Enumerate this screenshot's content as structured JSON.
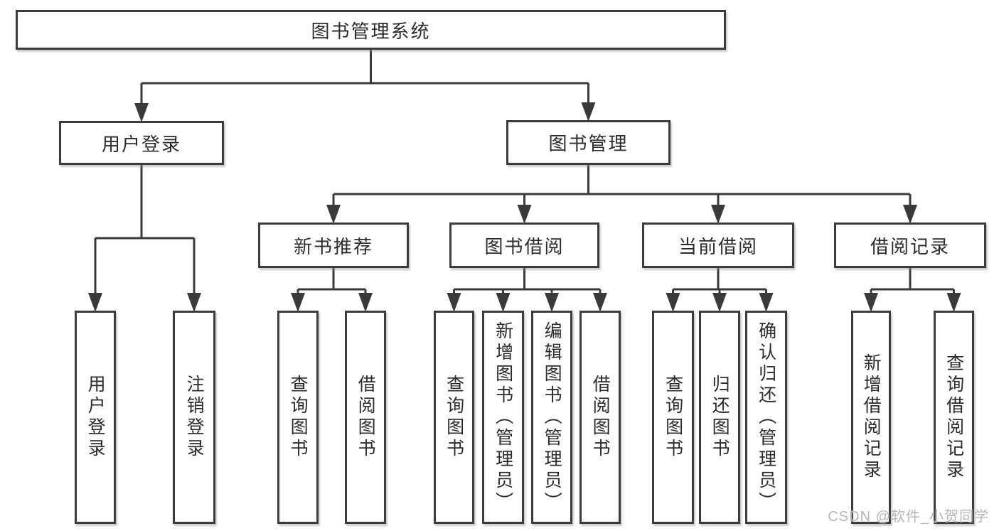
{
  "diagram": {
    "title": "图书管理系统",
    "watermark": "CSDN @软件_小贺同学",
    "colors": {
      "line": "#3a3a3a",
      "border": "#3c3c3c",
      "text": "#2b2b2b",
      "box_bg": "#ffffff",
      "watermark": "#b5b6b8"
    },
    "nodes": [
      {
        "id": "root",
        "label": "图书管理系统",
        "dir": "h"
      },
      {
        "id": "user-login",
        "label": "用户登录",
        "dir": "h"
      },
      {
        "id": "book-mgmt",
        "label": "图书管理",
        "dir": "h"
      },
      {
        "id": "new-book-rec",
        "label": "新书推荐",
        "dir": "h"
      },
      {
        "id": "book-borrow",
        "label": "图书借阅",
        "dir": "h"
      },
      {
        "id": "current-borrow",
        "label": "当前借阅",
        "dir": "h"
      },
      {
        "id": "borrow-records",
        "label": "借阅记录",
        "dir": "h"
      },
      {
        "id": "leaf-user-login",
        "label": "用户登录",
        "dir": "v"
      },
      {
        "id": "leaf-logout",
        "label": "注销登录",
        "dir": "v"
      },
      {
        "id": "leaf-rec-query",
        "label": "查询图书",
        "dir": "v"
      },
      {
        "id": "leaf-rec-borrow",
        "label": "借阅图书",
        "dir": "v"
      },
      {
        "id": "leaf-bb-query",
        "label": "查询图书",
        "dir": "v"
      },
      {
        "id": "leaf-bb-add",
        "label": "新增图书（管理员）",
        "dir": "v"
      },
      {
        "id": "leaf-bb-edit",
        "label": "编辑图书（管理员）",
        "dir": "v"
      },
      {
        "id": "leaf-bb-borrow",
        "label": "借阅图书",
        "dir": "v"
      },
      {
        "id": "leaf-cb-query",
        "label": "查询图书",
        "dir": "v"
      },
      {
        "id": "leaf-cb-return",
        "label": "归还图书",
        "dir": "v"
      },
      {
        "id": "leaf-cb-confirm",
        "label": "确认归还（管理员）",
        "dir": "v"
      },
      {
        "id": "leaf-br-add",
        "label": "新增借阅记录",
        "dir": "v"
      },
      {
        "id": "leaf-br-query",
        "label": "查询借阅记录",
        "dir": "v"
      }
    ],
    "edges": [
      {
        "from": "root",
        "to": [
          "user-login",
          "book-mgmt"
        ]
      },
      {
        "from": "user-login",
        "to": [
          "leaf-user-login",
          "leaf-logout"
        ]
      },
      {
        "from": "book-mgmt",
        "to": [
          "new-book-rec",
          "book-borrow",
          "current-borrow",
          "borrow-records"
        ]
      },
      {
        "from": "new-book-rec",
        "to": [
          "leaf-rec-query",
          "leaf-rec-borrow"
        ]
      },
      {
        "from": "book-borrow",
        "to": [
          "leaf-bb-query",
          "leaf-bb-add",
          "leaf-bb-edit",
          "leaf-bb-borrow"
        ]
      },
      {
        "from": "current-borrow",
        "to": [
          "leaf-cb-query",
          "leaf-cb-return",
          "leaf-cb-confirm"
        ]
      },
      {
        "from": "borrow-records",
        "to": [
          "leaf-br-add",
          "leaf-br-query"
        ]
      }
    ]
  }
}
